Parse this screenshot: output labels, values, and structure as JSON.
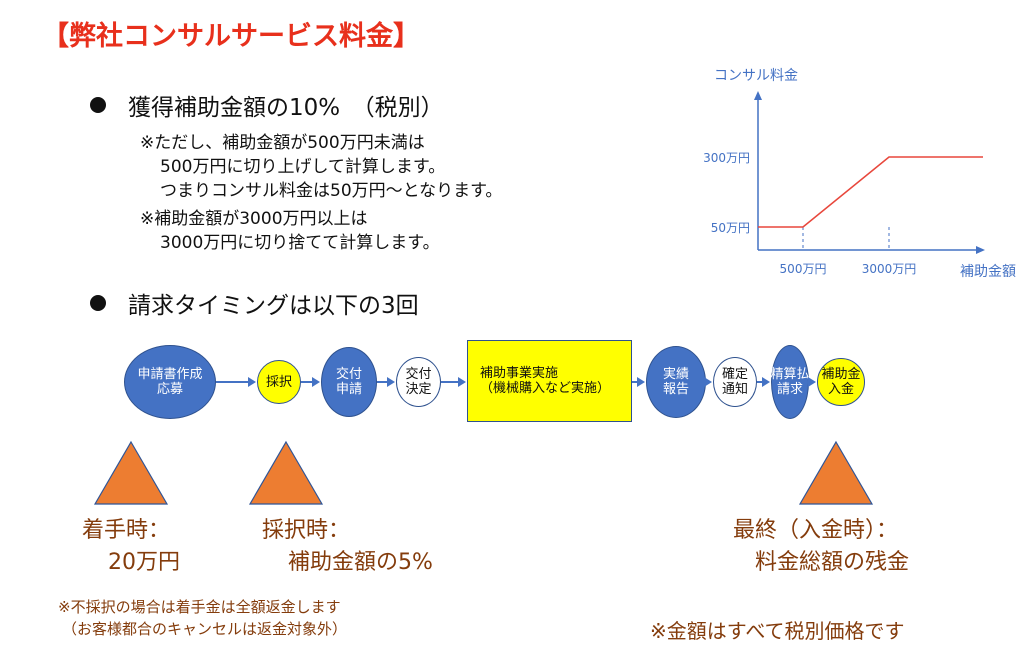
{
  "title": "【弊社コンサルサービス料金】",
  "bullet1": {
    "text": "獲得補助金額の10%　（税別）",
    "notes": [
      "※ただし、補助金額が500万円未満は",
      "500万円に切り上げして計算します。",
      "つまりコンサル料金は50万円～となります。",
      "※補助金額が3000万円以上は",
      "3000万円に切り捨てて計算します。"
    ]
  },
  "bullet2": {
    "text": "請求タイミングは以下の3回"
  },
  "chart_data": {
    "type": "line",
    "ylabel": "コンサル料金",
    "xlabel": "補助金額",
    "x_ticks": [
      "500万円",
      "3000万円"
    ],
    "y_ticks": [
      "50万円",
      "300万円"
    ],
    "series": [
      {
        "points": [
          [
            0,
            50
          ],
          [
            500,
            50
          ],
          [
            3000,
            300
          ],
          [
            4000,
            300
          ]
        ]
      }
    ],
    "color": "#e8473c",
    "axis_color": "#4472c4"
  },
  "flow": [
    {
      "label": "申請書作成\n応募",
      "style": "blue"
    },
    {
      "label": "採択",
      "style": "yellow"
    },
    {
      "label": "交付\n申請",
      "style": "blue"
    },
    {
      "label": "交付\n決定",
      "style": "white"
    },
    {
      "label": "補助事業実施\n（機械購入など実施）",
      "style": "yellow-box"
    },
    {
      "label": "実績\n報告",
      "style": "blue"
    },
    {
      "label": "確定\n通知",
      "style": "white"
    },
    {
      "label": "精算払\n請求",
      "style": "blue"
    },
    {
      "label": "補助金\n入金",
      "style": "yellow"
    }
  ],
  "billing": [
    {
      "line1": "着手時：",
      "line2": "20万円"
    },
    {
      "line1": "採択時：",
      "line2": "補助金額の5%"
    },
    {
      "line1": "最終（入金時）：",
      "line2": "料金総額の残金"
    }
  ],
  "footnote_left": [
    "※不採択の場合は着手金は全額返金します",
    "（お客様都合のキャンセルは返金対象外）"
  ],
  "footnote_right": "※金額はすべて税別価格です"
}
